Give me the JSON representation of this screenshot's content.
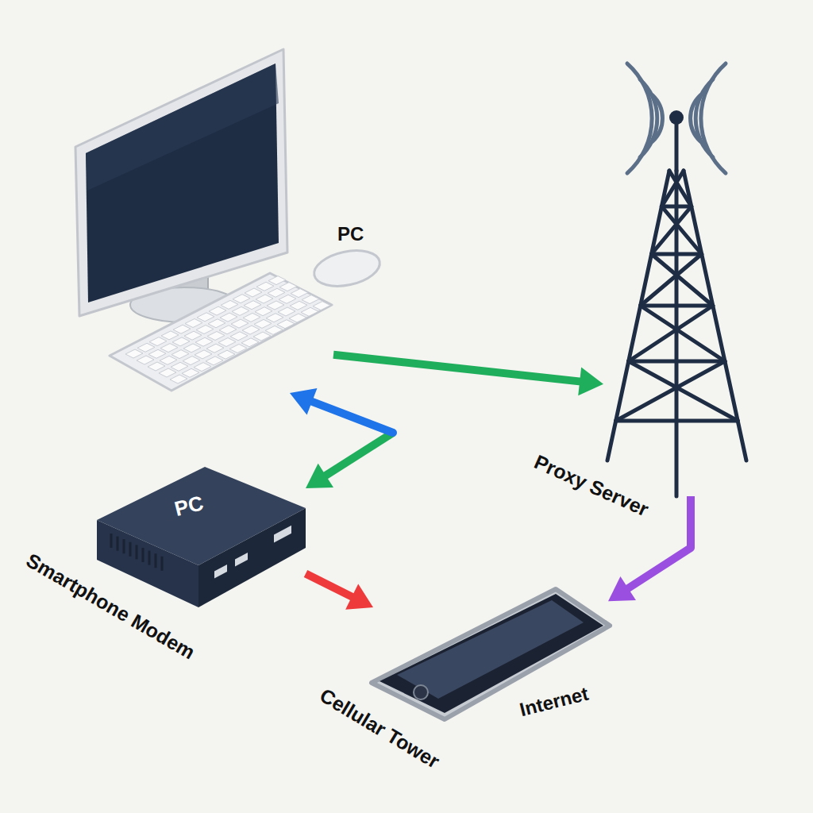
{
  "diagram": {
    "nodes": [
      {
        "text": [
          "PC"
        ]
      },
      {
        "text": [
          "Proxy Server"
        ]
      },
      {
        "text": [
          "PC",
          "Smartphone Modem"
        ]
      },
      {
        "text": [
          "Cellular Tower",
          "Internet"
        ]
      }
    ],
    "edges": [
      {
        "from": 0,
        "to": 1,
        "arrow": "to"
      },
      {
        "from": 2,
        "to": 0,
        "arrow": "both"
      },
      {
        "from": 2,
        "to": 3,
        "arrow": "to"
      },
      {
        "from": 1,
        "to": 3,
        "arrow": "to"
      }
    ]
  }
}
